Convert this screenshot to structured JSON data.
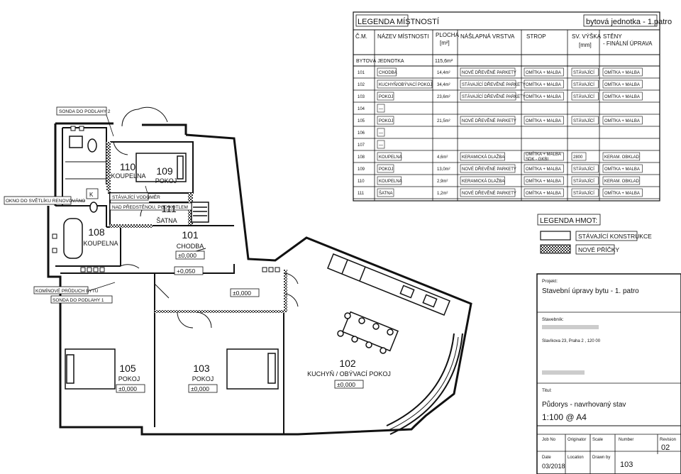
{
  "plan": {
    "rooms": [
      {
        "id": "r110",
        "number": "110",
        "name": "KOUPELNA"
      },
      {
        "id": "r109",
        "number": "109",
        "name": "POKOJ"
      },
      {
        "id": "r111",
        "number": "111",
        "name": "ŠATNA"
      },
      {
        "id": "r108",
        "number": "108",
        "name": "KOUPELNA"
      },
      {
        "id": "r101",
        "number": "101",
        "name": "CHODBA"
      },
      {
        "id": "r105",
        "number": "105",
        "name": "POKOJ"
      },
      {
        "id": "r103",
        "number": "103",
        "name": "POKOJ"
      },
      {
        "id": "r102",
        "number": "102",
        "name": "KUCHYŇ / OBÝVACÍ POKOJ"
      }
    ],
    "levels": {
      "l101": "±0,000",
      "l_entry": "+0,050",
      "l_hall": "±0,000",
      "l105": "±0,000",
      "l103": "±0,000",
      "l102": "±0,000"
    },
    "annotations": {
      "sonda2": "SONDA DO PODLAHY 2",
      "okno": "OKNO DO SVĚTLÍKU RENOVOVÁNO",
      "vodomer1": "STÁVAJÍCÍ VODOMĚR",
      "vodomer2": "NAD PŘEDSTĚNOU, POD KOTLEM",
      "kominove": "KOMÍNOVÉ PRŮDUCH BYTU",
      "sonda1": "SONDA DO PODLAHY 1",
      "k": "K"
    }
  },
  "legend_rooms": {
    "title": "LEGENDA MÍSTNOSTÍ",
    "unit": "bytová jednotka - 1.patro",
    "headers": {
      "cm": "Č.M.",
      "name": "NÁZEV MÍSTNOSTI",
      "area1": "PLOCHA",
      "area2": "[m²]",
      "floor": "NÁŠLAPNÁ VRSTVA",
      "ceiling": "STROP",
      "height1": "SV. VÝŠKA",
      "height2": "[mm]",
      "walls1": "STĚNY",
      "walls2": "- FINÁLNÍ ÚPRAVA"
    },
    "summary": {
      "label": "BYTOVÁ JEDNOTKA",
      "area": "115,6m²"
    },
    "rows": [
      {
        "cm": "101",
        "name": "CHODBA",
        "area": "14,4m²",
        "floor": "NOVÉ DŘEVĚNÉ PARKETY",
        "ceiling": "OMÍTKA + MALBA",
        "ceiling2": "",
        "height": "STÁVAJÍCÍ",
        "walls": "OMÍTKA + MALBA"
      },
      {
        "cm": "102",
        "name": "KUCHYŇ/OBÝVACÍ POKOJ",
        "area": "34,4m²",
        "floor": "STÁVAJÍCÍ DŘEVĚNÉ PARKETY",
        "ceiling": "OMÍTKA + MALBA",
        "ceiling2": "",
        "height": "STÁVAJÍCÍ",
        "walls": "OMÍTKA + MALBA"
      },
      {
        "cm": "103",
        "name": "POKOJ",
        "area": "23,6m²",
        "floor": "STÁVAJÍCÍ DŘEVĚNÉ PARKETY",
        "ceiling": "OMÍTKA + MALBA",
        "ceiling2": "",
        "height": "STÁVAJÍCÍ",
        "walls": "OMÍTKA + MALBA"
      },
      {
        "cm": "104",
        "name": "—",
        "area": "",
        "floor": "",
        "ceiling": "",
        "ceiling2": "",
        "height": "",
        "walls": ""
      },
      {
        "cm": "105",
        "name": "POKOJ",
        "area": "21,5m²",
        "floor": "NOVÉ DŘEVĚNÉ PARKETY",
        "ceiling": "OMÍTKA + MALBA",
        "ceiling2": "",
        "height": "STÁVAJÍCÍ",
        "walls": "OMÍTKA + MALBA"
      },
      {
        "cm": "106",
        "name": "—",
        "area": "",
        "floor": "",
        "ceiling": "",
        "ceiling2": "",
        "height": "",
        "walls": ""
      },
      {
        "cm": "107",
        "name": "—",
        "area": "",
        "floor": "",
        "ceiling": "",
        "ceiling2": "",
        "height": "",
        "walls": ""
      },
      {
        "cm": "108",
        "name": "KOUPELNA",
        "area": "4,6m²",
        "floor": "KERAMICKÁ DLAŽBA",
        "ceiling": "OMÍTKA + MALBA",
        "ceiling2": "SDK - GKBI",
        "height": "2800",
        "walls": "KERAM. OBKLAD"
      },
      {
        "cm": "109",
        "name": "POKOJ",
        "area": "13,0m²",
        "floor": "NOVÉ DŘEVĚNÉ PARKETY",
        "ceiling": "OMÍTKA + MALBA",
        "ceiling2": "",
        "height": "STÁVAJÍCÍ",
        "walls": "OMÍTKA + MALBA"
      },
      {
        "cm": "110",
        "name": "KOUPELNA",
        "area": "2,9m²",
        "floor": "KERAMICKÁ DLAŽBA",
        "ceiling": "OMÍTKA + MALBA",
        "ceiling2": "",
        "height": "STÁVAJÍCÍ",
        "walls": "KERAM. OBKLAD"
      },
      {
        "cm": "111",
        "name": "ŠATNA",
        "area": "1,2m²",
        "floor": "NOVÉ DŘEVĚNÉ PARKETY",
        "ceiling": "OMÍTKA + MALBA",
        "ceiling2": "",
        "height": "STÁVAJÍCÍ",
        "walls": "OMÍTKA + MALBA"
      }
    ]
  },
  "legend_hmot": {
    "title": "LEGENDA HMOT:",
    "existing": "STÁVAJÍCÍ KONSTRUKCE",
    "new": "NOVÉ PŘÍČKY"
  },
  "title_block": {
    "project_label": "Projekt:",
    "project": "Stavební úpravy bytu - 1. patro",
    "client_label": "Stavebník:",
    "client_address": "Slavíkova 23, Praha 2 , 120 00",
    "title_label": "Titul:",
    "title": "Půdorys - navrhovaný stav",
    "scale": "1:100 @ A4",
    "job_no_label": "Job No",
    "originator_label": "Originator",
    "scale_label": "Scale",
    "number_label": "Number",
    "revision_label": "Revision",
    "revision": "02",
    "date_label": "Date",
    "date": "03/2018",
    "location_label": "Location",
    "drawn_label": "Drawn by",
    "number": "103"
  }
}
